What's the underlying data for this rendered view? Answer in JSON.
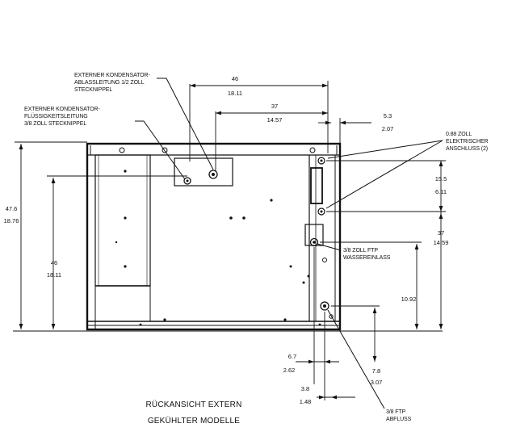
{
  "labels": {
    "ablass": [
      "EXTERNER KONDENSATOR-",
      "ABLASSLEITUNG 1/2 ZOLL",
      "STECKNIPPEL"
    ],
    "fluessig": [
      "EXTERNER KONDENSATOR-",
      "FLÜSSIGKEITSLEITUNG",
      "3/8 ZOLL STECKNIPPEL"
    ],
    "elektrisch": [
      "0.88 ZOLL",
      "ELEKTRISCHER",
      "ANSCHLUSS (2)"
    ],
    "wasser": [
      "3/8 ZOLL FTP",
      "WASSEREINLASS"
    ],
    "abfluss": [
      "3/8 FTP",
      "ABFLUSS"
    ]
  },
  "dimensions": {
    "d46_top": [
      "46",
      "18.11"
    ],
    "d37_top": [
      "37",
      "14.57"
    ],
    "d53": [
      "5.3",
      "2.07"
    ],
    "d476": [
      "47.6",
      "18.76"
    ],
    "d46_left": [
      "46",
      "18.11"
    ],
    "d155": [
      "15.5",
      "6.11"
    ],
    "d37_right": [
      "37",
      "14.59"
    ],
    "d1092": [
      "10.92"
    ],
    "d67": [
      "6.7",
      "2.62"
    ],
    "d38": [
      "3.8",
      "1.48"
    ],
    "d78": [
      "7.8",
      "3.07"
    ]
  },
  "caption": [
    "RÜCKANSICHT EXTERN",
    "GEKÜHLTER MODELLE"
  ]
}
